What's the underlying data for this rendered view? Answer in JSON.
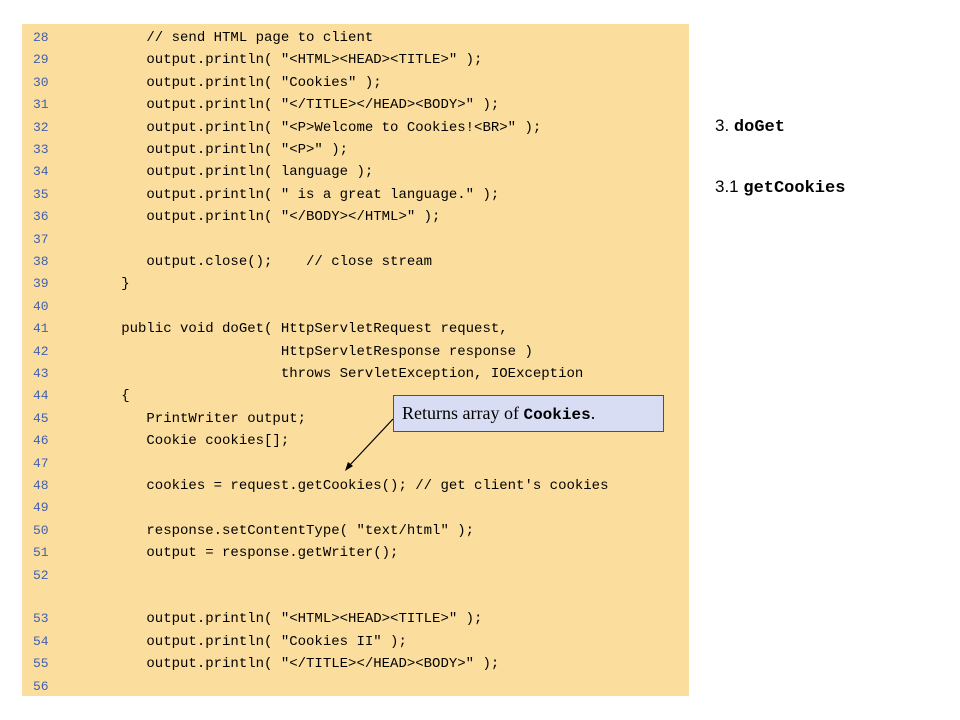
{
  "code_lines": [
    {
      "num": "28",
      "text": "      // send HTML page to client"
    },
    {
      "num": "29",
      "text": "      output.println( \"<HTML><HEAD><TITLE>\" );"
    },
    {
      "num": "30",
      "text": "      output.println( \"Cookies\" );"
    },
    {
      "num": "31",
      "text": "      output.println( \"</TITLE></HEAD><BODY>\" );"
    },
    {
      "num": "32",
      "text": "      output.println( \"<P>Welcome to Cookies!<BR>\" );"
    },
    {
      "num": "33",
      "text": "      output.println( \"<P>\" );"
    },
    {
      "num": "34",
      "text": "      output.println( language );"
    },
    {
      "num": "35",
      "text": "      output.println( \" is a great language.\" );"
    },
    {
      "num": "36",
      "text": "      output.println( \"</BODY></HTML>\" );"
    },
    {
      "num": "37",
      "text": ""
    },
    {
      "num": "38",
      "text": "      output.close();    // close stream"
    },
    {
      "num": "39",
      "text": "   }"
    },
    {
      "num": "40",
      "text": ""
    },
    {
      "num": "41",
      "text": "   public void doGet( HttpServletRequest request,"
    },
    {
      "num": "42",
      "text": "                      HttpServletResponse response )"
    },
    {
      "num": "43",
      "text": "                      throws ServletException, IOException"
    },
    {
      "num": "44",
      "text": "   {"
    },
    {
      "num": "45",
      "text": "      PrintWriter output;"
    },
    {
      "num": "46",
      "text": "      Cookie cookies[];"
    },
    {
      "num": "47",
      "text": ""
    },
    {
      "num": "48",
      "text": "      cookies = request.getCookies(); // get client's cookies"
    },
    {
      "num": "49",
      "text": ""
    },
    {
      "num": "50",
      "text": "      response.setContentType( \"text/html\" );"
    },
    {
      "num": "51",
      "text": "      output = response.getWriter();"
    },
    {
      "num": "52",
      "text": ""
    },
    {
      "num": "53",
      "text": "      output.println( \"<HTML><HEAD><TITLE>\" );"
    },
    {
      "num": "54",
      "text": "      output.println( \"Cookies II\" );"
    },
    {
      "num": "55",
      "text": "      output.println( \"</TITLE></HEAD><BODY>\" );"
    },
    {
      "num": "56",
      "text": ""
    }
  ],
  "outline": {
    "item1": {
      "number": "3.",
      "label": "doGet"
    },
    "item2": {
      "number": "3.1",
      "label": "getCookies"
    }
  },
  "callout": {
    "prefix": "Returns array of ",
    "code": "Cookies",
    "suffix": "."
  }
}
